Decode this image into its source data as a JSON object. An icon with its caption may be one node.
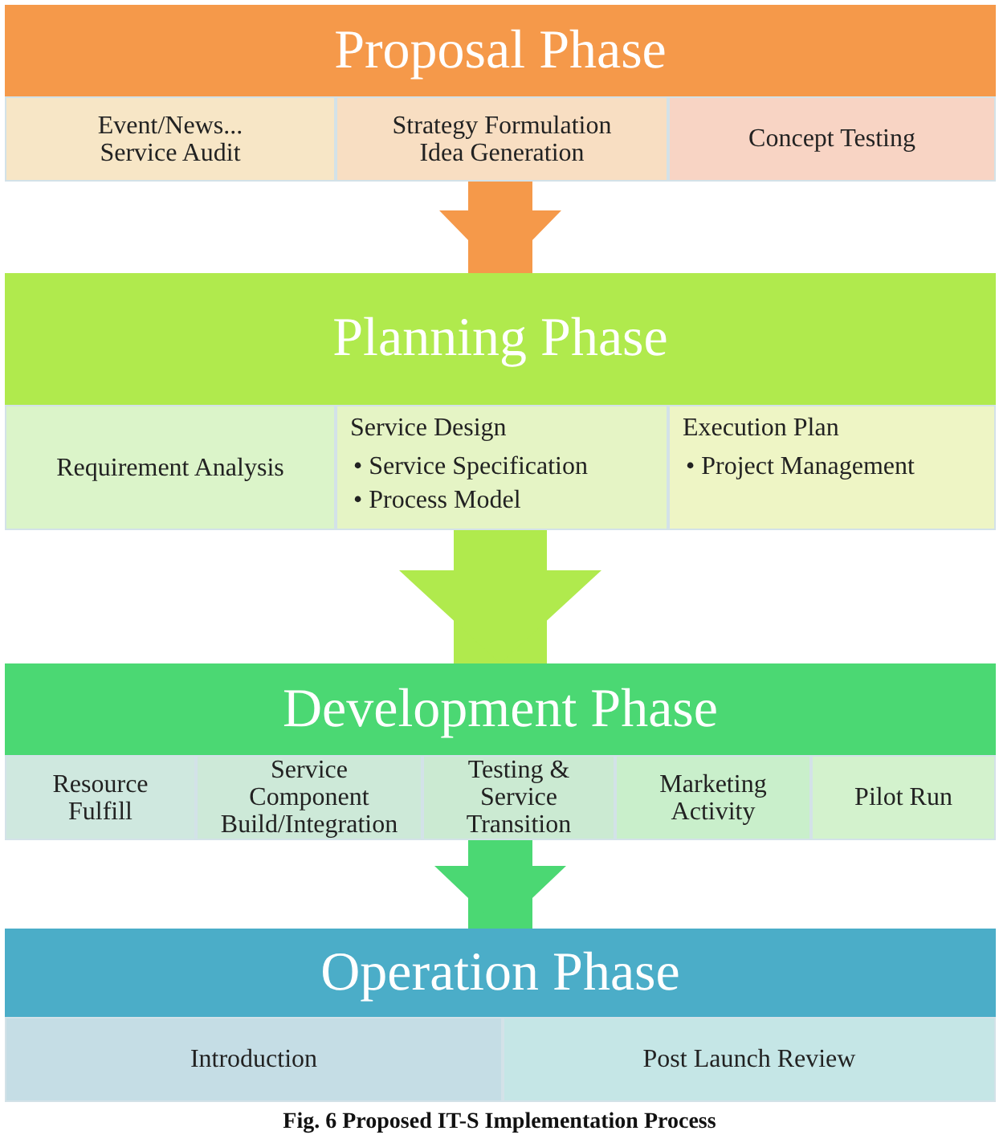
{
  "diagram": {
    "caption": "Fig. 6 Proposed IT-S Implementation Process",
    "nodes": [
      {
        "text": [
          "Proposal Phase"
        ]
      },
      {
        "text": [
          "Event/News...",
          "Service Audit"
        ],
        "in": 0
      },
      {
        "text": [
          "Strategy Formulation",
          "Idea Generation"
        ],
        "in": 0
      },
      {
        "text": [
          "Concept Testing"
        ],
        "in": 0
      },
      {
        "text": [
          "Planning Phase"
        ]
      },
      {
        "text": [
          "Requirement Analysis"
        ],
        "in": 4
      },
      {
        "text": [
          "Service Design",
          "• Service Specification",
          "• Process Model"
        ],
        "in": 4
      },
      {
        "text": [
          "Execution Plan",
          "• Project Management"
        ],
        "in": 4
      },
      {
        "text": [
          "Development Phase"
        ]
      },
      {
        "text": [
          "Resource Fulfill"
        ],
        "in": 8
      },
      {
        "text": [
          "Service Component Build/Integration"
        ],
        "in": 8
      },
      {
        "text": [
          "Testing & Service Transition"
        ],
        "in": 8
      },
      {
        "text": [
          "Marketing Activity"
        ],
        "in": 8
      },
      {
        "text": [
          "Pilot Run"
        ],
        "in": 8
      },
      {
        "text": [
          "Operation Phase"
        ]
      },
      {
        "text": [
          "Introduction"
        ],
        "in": 14
      },
      {
        "text": [
          "Post Launch Review"
        ],
        "in": 14
      }
    ],
    "edges": [
      {
        "from": 0,
        "to": 4,
        "arrow": "to",
        "color": "#f5994a"
      },
      {
        "from": 4,
        "to": 8,
        "arrow": "to",
        "color": "#b0ea4d"
      },
      {
        "from": 8,
        "to": 14,
        "arrow": "to",
        "color": "#4bd873"
      }
    ]
  }
}
